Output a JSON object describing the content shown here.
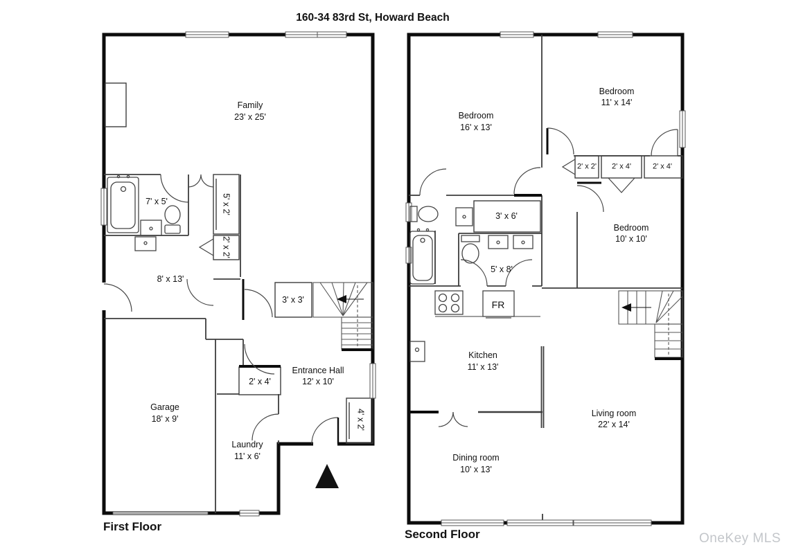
{
  "title": "160-34 83rd St, Howard Beach",
  "watermark": "OneKey MLS",
  "floor1": {
    "label": "First Floor",
    "rooms": {
      "family": {
        "name": "Family",
        "dims": "23' x 25'"
      },
      "bath": {
        "dims": "7' x 5'"
      },
      "closet_5x2": {
        "dims": "5' x 2'"
      },
      "closet_2x2": {
        "dims": "2' x 2'"
      },
      "hall": {
        "dims": "8' x 13'"
      },
      "closet_3x3": {
        "dims": "3' x 3'"
      },
      "entrance": {
        "name": "Entrance Hall",
        "dims": "12' x 10'"
      },
      "closet_2x4": {
        "dims": "2' x 4'"
      },
      "garage": {
        "name": "Garage",
        "dims": "18' x 9'"
      },
      "laundry": {
        "name": "Laundry",
        "dims": "11' x 6'"
      },
      "closet_4x2": {
        "dims": "4' x 2'"
      }
    }
  },
  "floor2": {
    "label": "Second Floor",
    "rooms": {
      "bedroom1": {
        "name": "Bedroom",
        "dims": "16' x 13'"
      },
      "bedroom2": {
        "name": "Bedroom",
        "dims": "11' x 14'"
      },
      "closet_2x2": {
        "dims": "2' x 2'"
      },
      "closet_2x4_a": {
        "dims": "2' x 4'"
      },
      "closet_2x4_b": {
        "dims": "2' x 4'"
      },
      "linen": {
        "dims": "3' x 6'"
      },
      "bath": {
        "dims": "5' x 8'"
      },
      "bedroom3": {
        "name": "Bedroom",
        "dims": "10' x 10'"
      },
      "fridge": {
        "label": "FR"
      },
      "kitchen": {
        "name": "Kitchen",
        "dims": "11' x 13'"
      },
      "living": {
        "name": "Living room",
        "dims": "22' x 14'"
      },
      "dining": {
        "name": "Dining room",
        "dims": "10' x 13'"
      }
    }
  }
}
